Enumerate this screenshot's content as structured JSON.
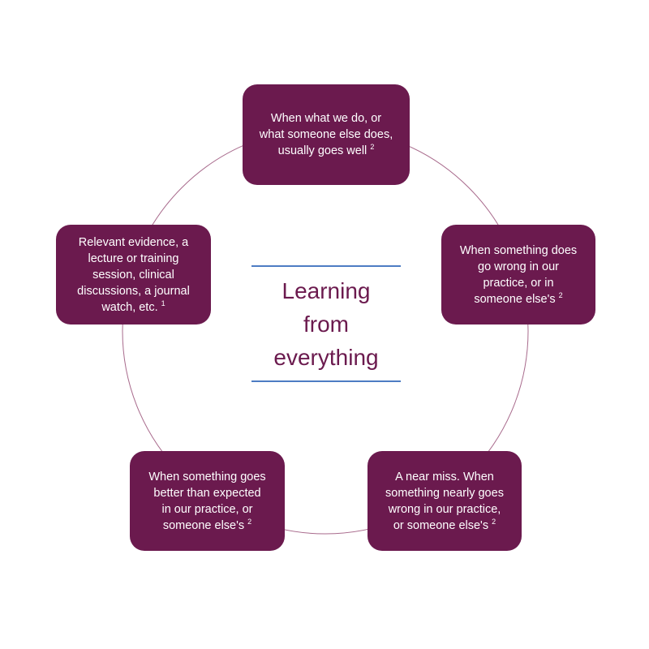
{
  "center": {
    "title": "Learning\nfrom\neverything"
  },
  "nodes": [
    {
      "text": "When what we do, or\nwhat someone else does,\nusually goes well",
      "ref": "2"
    },
    {
      "text": "When something does\ngo wrong in our\npractice, or in\nsomeone else's",
      "ref": "2"
    },
    {
      "text": "A near miss. When\nsomething nearly goes\nwrong in our practice,\nor someone else's",
      "ref": "2"
    },
    {
      "text": "When something goes\nbetter than expected\nin our practice, or\nsomeone else's",
      "ref": "2"
    },
    {
      "text": "Relevant evidence, a\nlecture or training\nsession, clinical\ndiscussions, a journal\nwatch, etc.",
      "ref": "1"
    }
  ],
  "colors": {
    "node": "#6b1a4e",
    "rule": "#4d7cc3",
    "ring": "#a86a8c",
    "title": "#6b1a4e"
  }
}
